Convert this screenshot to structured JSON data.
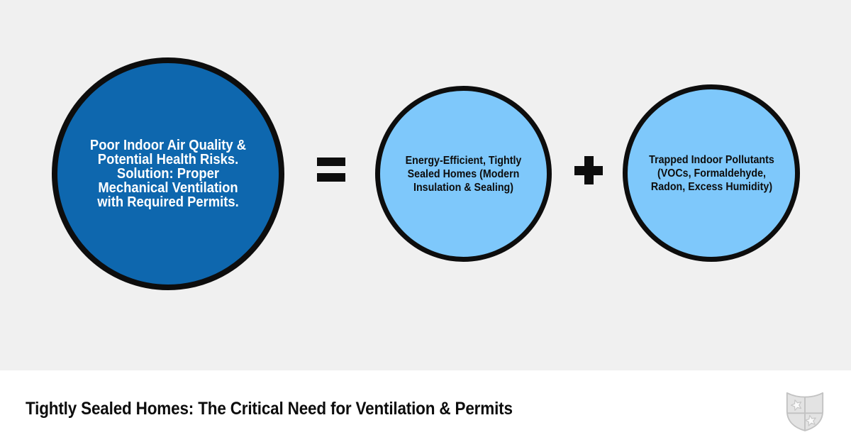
{
  "page": {
    "background_color": "#f0f0f0"
  },
  "diagram": {
    "result_circle": {
      "lines": [
        "Poor Indoor Air Quality &",
        "Potential Health Risks.",
        "Solution: Proper",
        "Mechanical Ventilation",
        "with Required Permits."
      ],
      "fill": "#0e67ae",
      "text_color": "#ffffff",
      "border_color": "#0d0d0d"
    },
    "operators": {
      "equals": "=",
      "plus": "+",
      "color": "#0d0d0d"
    },
    "operand1_circle": {
      "lines": [
        "Energy-Efficient, Tightly",
        "Sealed Homes (Modern",
        "Insulation & Sealing)"
      ],
      "fill": "#7ec8fb",
      "text_color": "#0d0d0d",
      "border_color": "#0d0d0d"
    },
    "operand2_circle": {
      "lines": [
        "Trapped Indoor Pollutants",
        "(VOCs, Formaldehyde,",
        "Radon, Excess Humidity)"
      ],
      "fill": "#7ec8fb",
      "text_color": "#0d0d0d",
      "border_color": "#0d0d0d"
    }
  },
  "footer": {
    "title": "Tightly Sealed Homes: The Critical Need for Ventilation & Permits",
    "background_color": "#ffffff",
    "logo_icon": "shield-with-stars-icon"
  }
}
